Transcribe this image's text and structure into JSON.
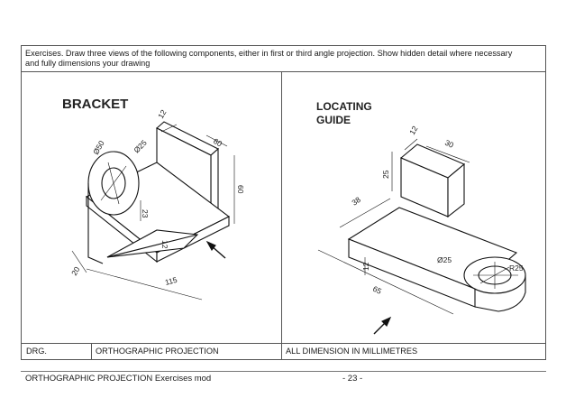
{
  "instructions": {
    "line1": "Exercises. Draw three views of the following components, either in first or third angle projection.  Show hidden detail where necessary",
    "line2": "and fully dimensions your drawing"
  },
  "bracket": {
    "title": "BRACKET",
    "dims": {
      "thickness_top": "12",
      "width": "60",
      "height": "60",
      "hole_dia": "Ø25",
      "boss_dia": "Ø50",
      "boss_height": "23",
      "rib": "12",
      "length": "115",
      "base_thickness": "20"
    }
  },
  "locating_guide": {
    "title_line1": "LOCATING",
    "title_line2": "GUIDE",
    "dims": {
      "block_depth": "12",
      "block_width": "30",
      "block_height": "25",
      "base_width": "38",
      "base_thickness": "12",
      "base_length": "65",
      "hole_dia": "Ø25",
      "radius": "R25"
    }
  },
  "title_block": {
    "drg": "DRG.",
    "title": "ORTHOGRAPHIC PROJECTION",
    "units": "ALL DIMENSION IN MILLIMETRES"
  },
  "footer": {
    "left": "ORTHOGRAPHIC PROJECTION Exercises mod",
    "page": "- 23 -"
  }
}
